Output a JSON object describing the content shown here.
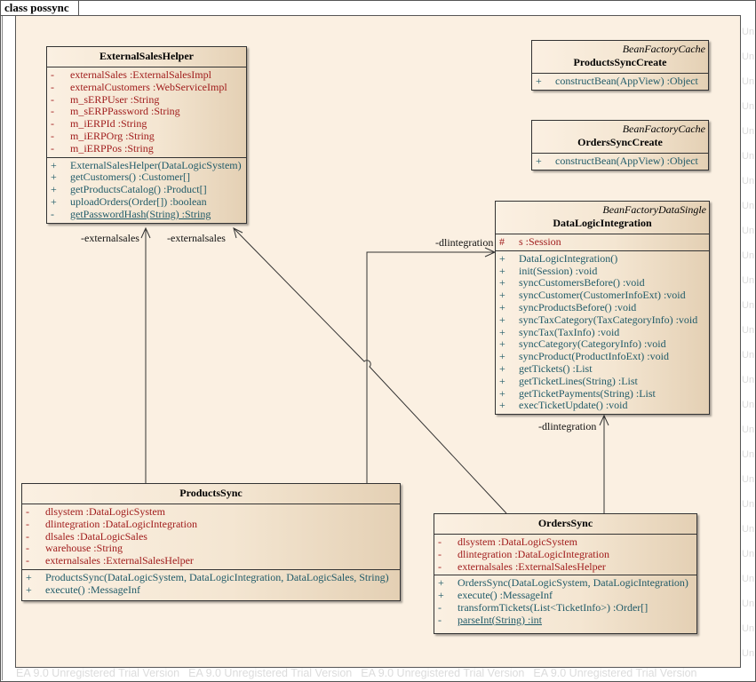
{
  "frame": {
    "title": "class possync"
  },
  "watermark": {
    "text": "EA 9.0 Unregistered Trial Version",
    "right_text": "Un"
  },
  "colors": {
    "panel": "#fbf0e2",
    "attribute": "#a01c1c",
    "operation": "#1f5a68"
  },
  "classes": [
    {
      "id": "ExternalSalesHelper",
      "stereotype": "",
      "name": "ExternalSalesHelper",
      "attributes": [
        {
          "vis": "-",
          "text": "externalSales  :ExternalSalesImpl"
        },
        {
          "vis": "-",
          "text": "externalCustomers  :WebServiceImpl"
        },
        {
          "vis": "-",
          "text": "m_sERPUser  :String"
        },
        {
          "vis": "-",
          "text": "m_sERPPassword  :String"
        },
        {
          "vis": "-",
          "text": "m_iERPId  :String"
        },
        {
          "vis": "-",
          "text": "m_iERPOrg  :String"
        },
        {
          "vis": "-",
          "text": "m_iERPPos  :String"
        }
      ],
      "operations": [
        {
          "vis": "+",
          "text": "ExternalSalesHelper(DataLogicSystem)"
        },
        {
          "vis": "+",
          "text": "getCustomers()  :Customer[]"
        },
        {
          "vis": "+",
          "text": "getProductsCatalog()  :Product[]"
        },
        {
          "vis": "+",
          "text": "uploadOrders(Order[])  :boolean"
        },
        {
          "vis": "-",
          "text": "getPasswordHash(String)  :String",
          "static": true
        }
      ]
    },
    {
      "id": "ProductsSyncCreate",
      "stereotype": "BeanFactoryCache",
      "name": "ProductsSyncCreate",
      "attributes": [],
      "operations": [
        {
          "vis": "+",
          "text": "constructBean(AppView)  :Object"
        }
      ]
    },
    {
      "id": "OrdersSyncCreate",
      "stereotype": "BeanFactoryCache",
      "name": "OrdersSyncCreate",
      "attributes": [],
      "operations": [
        {
          "vis": "+",
          "text": "constructBean(AppView)  :Object"
        }
      ]
    },
    {
      "id": "DataLogicIntegration",
      "stereotype": "BeanFactoryDataSingle",
      "name": "DataLogicIntegration",
      "attributes": [
        {
          "vis": "#",
          "text": "s  :Session"
        }
      ],
      "operations": [
        {
          "vis": "+",
          "text": "DataLogicIntegration()"
        },
        {
          "vis": "+",
          "text": "init(Session)  :void"
        },
        {
          "vis": "+",
          "text": "syncCustomersBefore()  :void"
        },
        {
          "vis": "+",
          "text": "syncCustomer(CustomerInfoExt)  :void"
        },
        {
          "vis": "+",
          "text": "syncProductsBefore()  :void"
        },
        {
          "vis": "+",
          "text": "syncTaxCategory(TaxCategoryInfo)  :void"
        },
        {
          "vis": "+",
          "text": "syncTax(TaxInfo)  :void"
        },
        {
          "vis": "+",
          "text": "syncCategory(CategoryInfo)  :void"
        },
        {
          "vis": "+",
          "text": "syncProduct(ProductInfoExt)  :void"
        },
        {
          "vis": "+",
          "text": "getTickets()  :List"
        },
        {
          "vis": "+",
          "text": "getTicketLines(String)  :List"
        },
        {
          "vis": "+",
          "text": "getTicketPayments(String)  :List"
        },
        {
          "vis": "+",
          "text": "execTicketUpdate()  :void"
        }
      ]
    },
    {
      "id": "ProductsSync",
      "stereotype": "",
      "name": "ProductsSync",
      "attributes": [
        {
          "vis": "-",
          "text": "dlsystem  :DataLogicSystem"
        },
        {
          "vis": "-",
          "text": "dlintegration  :DataLogicIntegration"
        },
        {
          "vis": "-",
          "text": "dlsales  :DataLogicSales"
        },
        {
          "vis": "-",
          "text": "warehouse  :String"
        },
        {
          "vis": "-",
          "text": "externalsales  :ExternalSalesHelper"
        }
      ],
      "operations": [
        {
          "vis": "+",
          "text": "ProductsSync(DataLogicSystem, DataLogicIntegration, DataLogicSales, String)"
        },
        {
          "vis": "+",
          "text": "execute()  :MessageInf"
        }
      ]
    },
    {
      "id": "OrdersSync",
      "stereotype": "",
      "name": "OrdersSync",
      "attributes": [
        {
          "vis": "-",
          "text": "dlsystem  :DataLogicSystem"
        },
        {
          "vis": "-",
          "text": "dlintegration  :DataLogicIntegration"
        },
        {
          "vis": "-",
          "text": "externalsales  :ExternalSalesHelper"
        }
      ],
      "operations": [
        {
          "vis": "+",
          "text": "OrdersSync(DataLogicSystem, DataLogicIntegration)"
        },
        {
          "vis": "+",
          "text": "execute()  :MessageInf"
        },
        {
          "vis": "-",
          "text": "transformTickets(List<TicketInfo>)  :Order[]"
        },
        {
          "vis": "-",
          "text": "parseInt(String)  :int",
          "static": true
        }
      ]
    }
  ],
  "associations": [
    {
      "from": "ProductsSync",
      "to": "ExternalSalesHelper",
      "role": "-externalsales"
    },
    {
      "from": "OrdersSync",
      "to": "ExternalSalesHelper",
      "role": "-externalsales"
    },
    {
      "from": "ProductsSync",
      "to": "DataLogicIntegration",
      "role": "-dlintegration"
    },
    {
      "from": "OrdersSync",
      "to": "DataLogicIntegration",
      "role": "-dlintegration"
    }
  ]
}
